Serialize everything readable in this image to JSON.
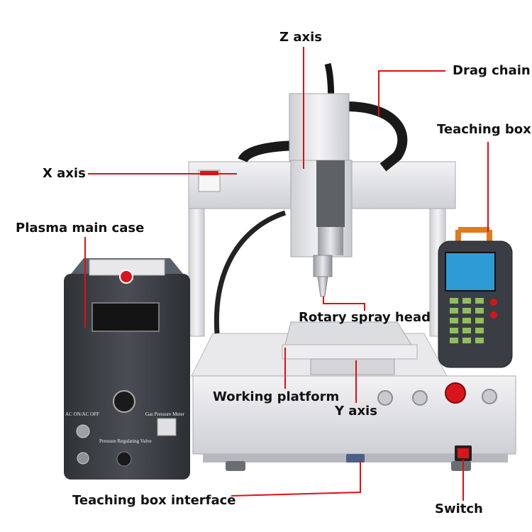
{
  "labels": {
    "z_axis": "Z axis",
    "drag_chain": "Drag chain",
    "teaching_box": "Teaching box",
    "x_axis": "X axis",
    "plasma_main_case": "Plasma main case",
    "rotary_spray_head": "Rotary spray head",
    "working_platform": "Working platform",
    "y_axis": "Y axis",
    "teaching_box_interface": "Teaching box interface",
    "switch": "Switch"
  },
  "case_panel": {
    "power": "AC ON/AC OFF",
    "gauge": "Gas Pressure Meter",
    "valve": "Pressure Regulating Valve"
  },
  "colors": {
    "leader_line": "#e01010",
    "frame": "#e6e6ea",
    "case_body": "#3a3d42",
    "emergency_button": "#d8141c",
    "pendant_handle": "#e07a1a"
  }
}
